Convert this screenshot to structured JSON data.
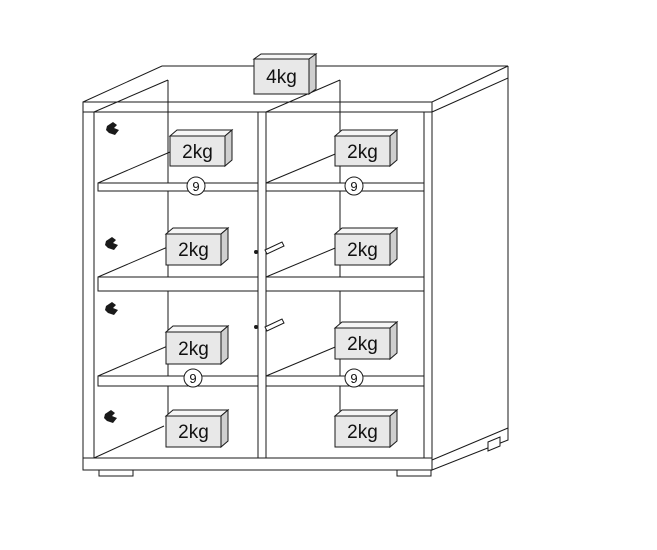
{
  "diagram": {
    "top_weight": "4kg",
    "shelf_weights": [
      "2kg",
      "2kg",
      "2kg",
      "2kg",
      "2kg",
      "2kg",
      "2kg",
      "2kg"
    ],
    "part_callouts": [
      "9",
      "9",
      "9",
      "9"
    ],
    "colors": {
      "line": "#1a1a1a",
      "box_face": "#e8e8e8",
      "box_top": "#f6f6f6",
      "box_side": "#cfcfcf",
      "background": "#ffffff"
    }
  }
}
